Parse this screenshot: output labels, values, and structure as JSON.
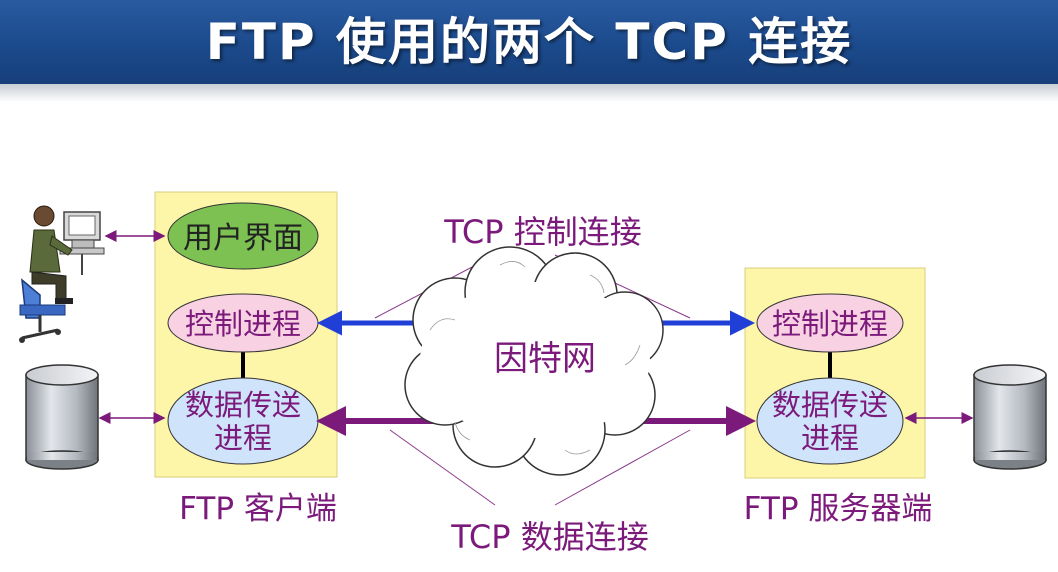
{
  "title": "FTP 使用的两个 TCP 连接",
  "client": {
    "label": "FTP 客户端",
    "ui": "用户界面",
    "control": "控制进程",
    "data_line1": "数据传送",
    "data_line2": "进程"
  },
  "server": {
    "label": "FTP 服务器端",
    "control": "控制进程",
    "data_line1": "数据传送",
    "data_line2": "进程"
  },
  "internet": "因特网",
  "control_conn": "TCP 控制连接",
  "data_conn": "TCP 数据连接",
  "colors": {
    "title_bg": "#1b4a8c",
    "panel": "#fdf5a8",
    "label_text": "#7b1a7b",
    "control_arrow": "#1f3fd6",
    "data_arrow": "#7b1a7b",
    "ui_fill": "#7cc152",
    "control_fill": "#f8d2e2",
    "data_fill": "#cfe3fb"
  },
  "icons": [
    "user-at-computer-icon",
    "client-database-icon",
    "server-database-icon",
    "cloud-icon"
  ]
}
